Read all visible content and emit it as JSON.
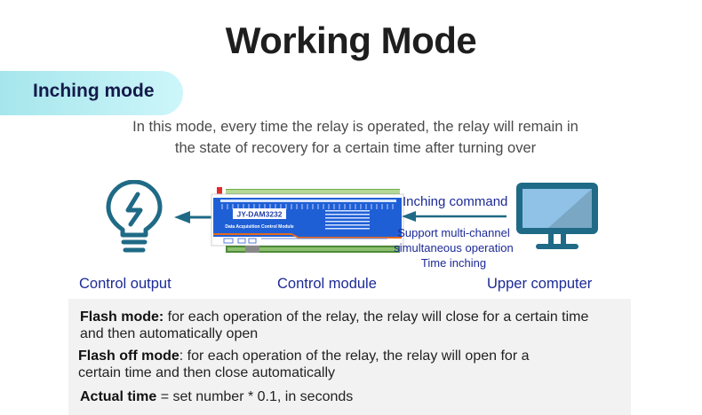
{
  "title": "Working Mode",
  "mode_pill": {
    "label": "Inching mode"
  },
  "description": {
    "line1": "In this mode, every time the relay is operated, the relay will remain in",
    "line2": "the state of recovery for a certain time after turning over"
  },
  "diagram": {
    "output": {
      "icon": "lightbulb-bolt-icon",
      "label": "Control output"
    },
    "module": {
      "icon": "control-module-board",
      "model": "JY-DAM3232",
      "subtitle": "Data Acquisition Control Module",
      "label": "Control module"
    },
    "computer": {
      "icon": "monitor-icon",
      "label": "Upper computer"
    },
    "command_label": "Inching command",
    "support_lines": [
      "Support multi-channel",
      "simultaneous operation",
      "Time inching"
    ],
    "colors": {
      "icon_stroke": "#1f6a86",
      "label_blue": "#1c2a96",
      "module_blue": "#1f5fd6",
      "module_accent": "#e46a1f"
    }
  },
  "notes": [
    {
      "term": "Flash mode:",
      "text": " for each operation of the relay, the relay will close for a certain time",
      "text2": "and then automatically open"
    },
    {
      "term": "Flash off mode",
      "text": ": for each operation of the relay, the relay will open for a",
      "text2": "certain time and then close automatically"
    },
    {
      "term": "Actual time",
      "text": " = set number * 0.1, in seconds"
    }
  ]
}
